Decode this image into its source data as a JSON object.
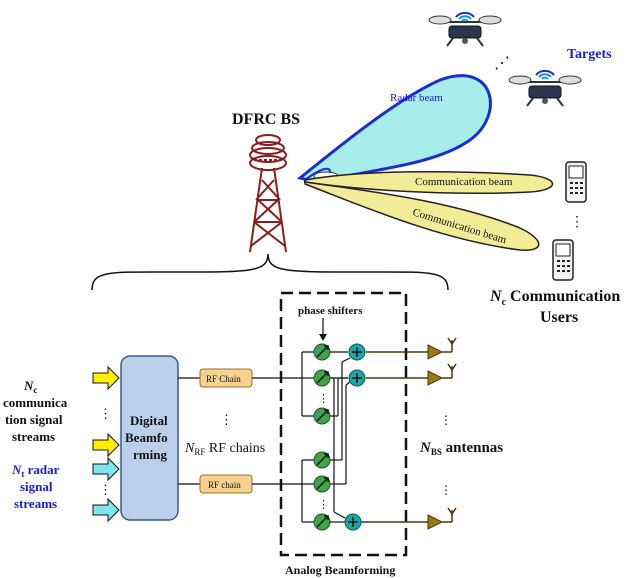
{
  "labels": {
    "dfrc_bs": "DFRC BS",
    "targets": "Targets",
    "radar_beam": "Radar beam",
    "comm_beam_1": "Communication beam",
    "comm_beam_2": "Communication beam",
    "comm_users_sym": "N",
    "comm_users_sub": "c",
    "comm_users_line1": " Communication",
    "comm_users_line2": "Users",
    "phase_shifters": "phase shifters",
    "comm_streams_sym": "N",
    "comm_streams_sub": "c",
    "comm_streams_line1": "communica",
    "comm_streams_line2": "tion signal",
    "comm_streams_line3": "streams",
    "radar_streams_sym": "N",
    "radar_streams_sub": "t",
    "radar_streams_line1": " radar",
    "radar_streams_line2": "signal",
    "radar_streams_line3": "streams",
    "digital_bf_line1": "Digital",
    "digital_bf_line2": "Beamfo",
    "digital_bf_line3": "rming",
    "rf_chain_1": "RF Chain",
    "rf_chain_2": "RF chain",
    "rf_chains_sym": "N",
    "rf_chains_sub": "RF",
    "rf_chains_text": " RF chains",
    "bs_antennas_sym": "N",
    "bs_antennas_sub": "BS",
    "bs_antennas_text": " antennas",
    "analog_bf": "Analog Beamforming",
    "dots_vertical": "⋮",
    "dots_diag": "⋰"
  },
  "colors": {
    "radar_beam_fill": "#a8ecec",
    "radar_beam_stroke": "#1a2fd0",
    "comm_beam_fill": "#f2ec96",
    "comm_beam_stroke": "#222222",
    "tower": "#8b1d1d",
    "comm_arrow": "#ffee00",
    "radar_arrow": "#7fe3f0",
    "digital_bf_fill": "#b9cfea",
    "rf_chain_fill": "#f7d18f",
    "phase_shifter": "#3fa548",
    "combiner": "#19a8a8",
    "antenna": "#9a7a10",
    "wire_dark": "#4a3510",
    "wire_line": "#111111",
    "blue_text": "#1a1ad8"
  },
  "icons": {
    "drone": "quadcopter-drone-icon",
    "phone": "mobile-phone-icon",
    "wifi": "wifi-signal-icon",
    "antenna": "antenna-triangle-icon",
    "phase_shifter": "phase-shifter-circle-icon",
    "combiner": "combiner-plus-icon"
  }
}
